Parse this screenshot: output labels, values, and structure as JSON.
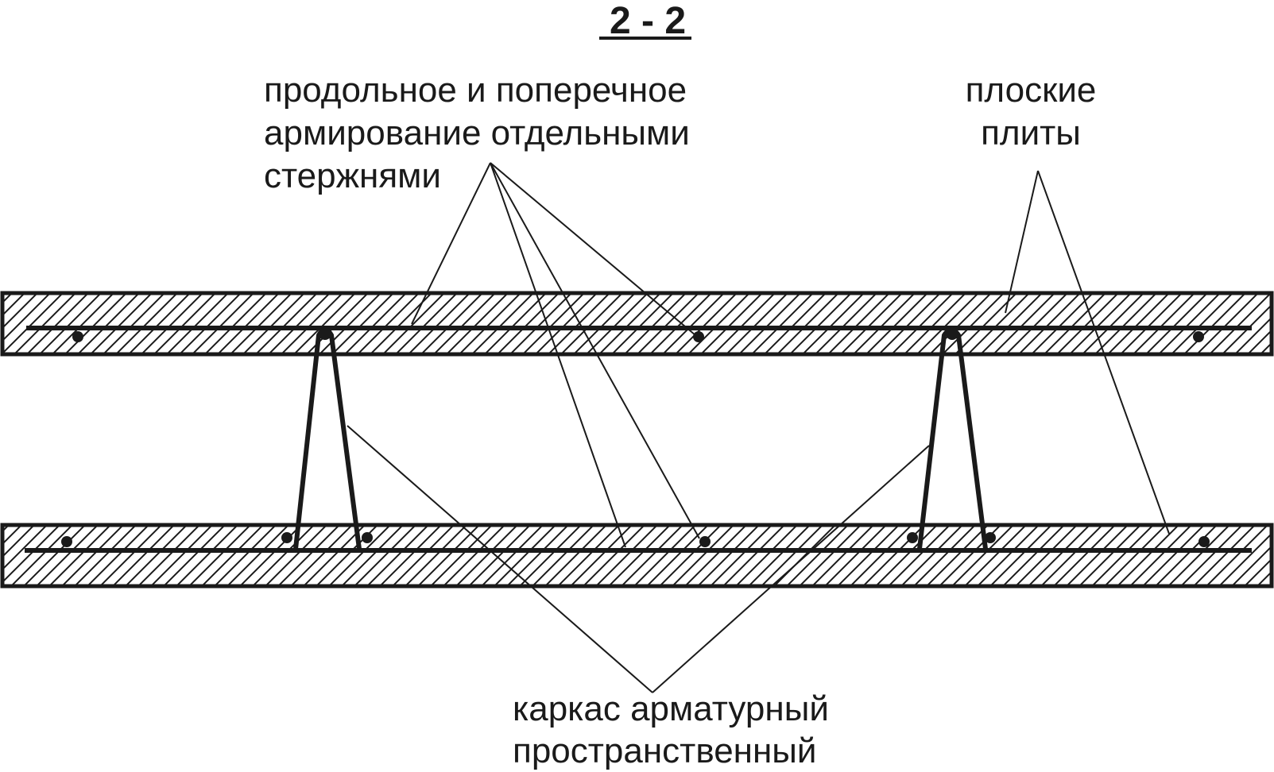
{
  "title": "2 - 2",
  "labels": {
    "rods_line1": "продольное и поперечное",
    "rods_line2": "армирование отдельными",
    "rods_line3": "стержнями",
    "plates_line1": "плоские",
    "plates_line2": "плиты",
    "frame_line1": "каркас арматурный",
    "frame_line2": "пространственный"
  },
  "colors": {
    "ink": "#1a1a1a",
    "background": "#ffffff"
  }
}
